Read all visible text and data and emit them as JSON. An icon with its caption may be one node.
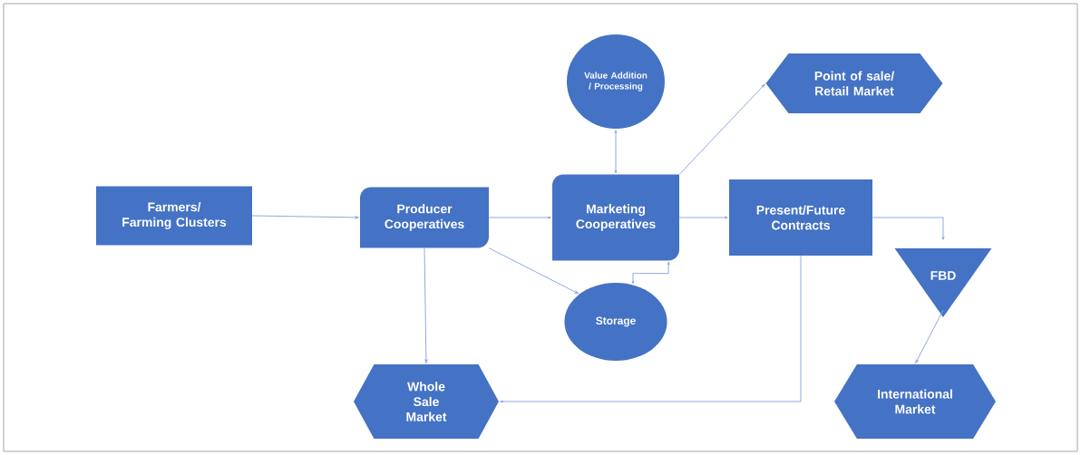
{
  "diagram": {
    "nodes": [
      {
        "text": [
          "Farmers/ Farming Clusters"
        ]
      },
      {
        "text": [
          "Producer Cooperatives"
        ]
      },
      {
        "text": [
          "Value Addition / Processing"
        ]
      },
      {
        "text": [
          "Point of sale/ Retail Market"
        ]
      },
      {
        "text": [
          "Marketing Cooperatives"
        ]
      },
      {
        "text": [
          "Present/Future Contracts"
        ]
      },
      {
        "text": [
          "FBD"
        ]
      },
      {
        "text": [
          "Storage"
        ]
      },
      {
        "text": [
          "Whole Sale Market"
        ]
      },
      {
        "text": [
          "International Market"
        ]
      }
    ],
    "edges": [
      {
        "from": 0,
        "to": 1,
        "arrow": "to"
      },
      {
        "from": 1,
        "to": 4,
        "arrow": "to"
      },
      {
        "from": 4,
        "to": 2,
        "arrow": "both"
      },
      {
        "from": 4,
        "to": 3,
        "arrow": "to"
      },
      {
        "from": 4,
        "to": 5,
        "arrow": "to"
      },
      {
        "from": 5,
        "to": 6,
        "arrow": "to"
      },
      {
        "from": 6,
        "to": 9,
        "arrow": "to"
      },
      {
        "from": 1,
        "to": 7,
        "arrow": "to"
      },
      {
        "from": 4,
        "to": 7,
        "arrow": "both"
      },
      {
        "from": 1,
        "to": 8,
        "arrow": "to"
      },
      {
        "from": 5,
        "to": 8,
        "arrow": "to"
      }
    ]
  }
}
